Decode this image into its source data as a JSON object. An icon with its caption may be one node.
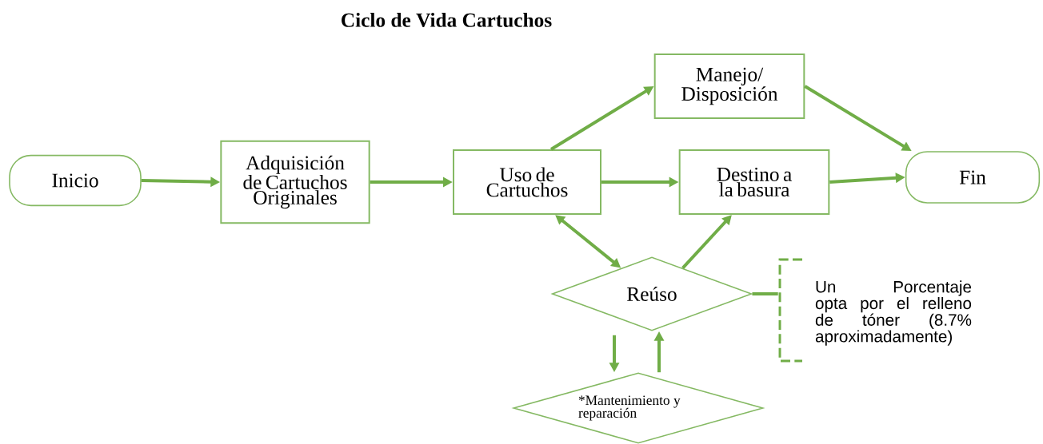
{
  "diagram": {
    "title": "Ciclo de Vida Cartuchos",
    "nodes": [
      {
        "text": [
          "Inicio"
        ]
      },
      {
        "text": [
          "Adquisición de Cartuchos Originales"
        ]
      },
      {
        "text": [
          "Uso de Cartuchos"
        ]
      },
      {
        "text": [
          "Manejo/ Disposición"
        ]
      },
      {
        "text": [
          "Destino a la basura"
        ]
      },
      {
        "text": [
          "Fin"
        ]
      },
      {
        "text": [
          "Reúso"
        ]
      },
      {
        "text": [
          "*Mantenimiento y reparación"
        ]
      },
      {
        "text": [
          "Un Porcentaje opta por el relleno de tóner (8.7% aproximadamente)"
        ]
      }
    ],
    "edges": [
      {
        "from": 0,
        "to": 1,
        "arrow": "to"
      },
      {
        "from": 1,
        "to": 2,
        "arrow": "to"
      },
      {
        "from": 2,
        "to": 3,
        "arrow": "to"
      },
      {
        "from": 3,
        "to": 5,
        "arrow": "to"
      },
      {
        "from": 2,
        "to": 4,
        "arrow": "to"
      },
      {
        "from": 4,
        "to": 5,
        "arrow": "to"
      },
      {
        "from": 2,
        "to": 6,
        "arrow": "both"
      },
      {
        "from": 6,
        "to": 4,
        "arrow": "to"
      },
      {
        "from": 6,
        "to": 7,
        "arrow": "to"
      },
      {
        "from": 7,
        "to": 6,
        "arrow": "to"
      },
      {
        "from": 6,
        "to": 8,
        "arrow": "none"
      }
    ]
  }
}
